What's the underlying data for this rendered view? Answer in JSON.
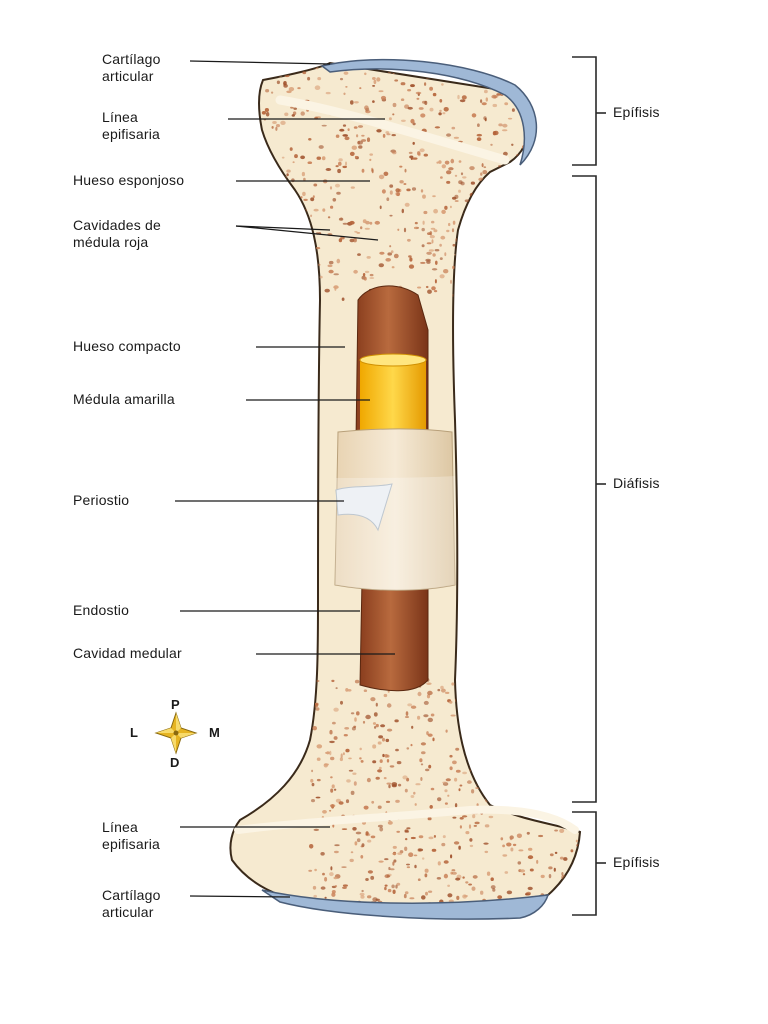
{
  "labels_left": {
    "cartilago_top": [
      "Cartílago",
      "articular"
    ],
    "linea_top": [
      "Línea",
      "epifisaria"
    ],
    "hueso_esponjoso": "Hueso esponjoso",
    "cavidades": [
      "Cavidades de",
      "médula roja"
    ],
    "hueso_compacto": "Hueso compacto",
    "medula_amarilla": "Médula amarilla",
    "periostio": "Periostio",
    "endostio": "Endostio",
    "cavidad_medular": "Cavidad medular",
    "linea_bottom": [
      "Línea",
      "epifisaria"
    ],
    "cartilago_bottom": [
      "Cartílago",
      "articular"
    ]
  },
  "labels_right": {
    "epifisis_top": "Epífisis",
    "diafisis": "Diáfisis",
    "epifisis_bottom": "Epífisis"
  },
  "compass": {
    "top": "P",
    "left": "L",
    "right": "M",
    "bottom": "D"
  },
  "colors": {
    "bone_fill": "#f6ead0",
    "bone_outline": "#3a2a1a",
    "cartilage": "#9fb8d6",
    "spongy_dots": "#b5643a",
    "compact_bone": "#a4532c",
    "yellow_marrow": "#f6c21b",
    "periosteum": "#e6d6b8",
    "compass": "#e0b020"
  }
}
